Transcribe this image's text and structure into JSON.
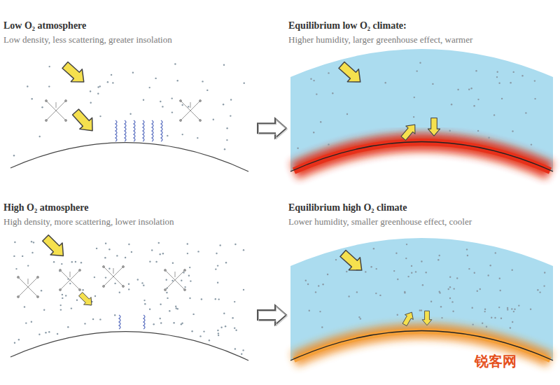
{
  "diagram": {
    "nodes": [
      {
        "text": [
          "Low O₂ atmosphere",
          "Low density, less scattering, greater insolation"
        ]
      },
      {
        "text": [
          "Equilibrium low O₂ climate:",
          "Higher humidity, larger greenhouse effect, warmer"
        ]
      },
      {
        "text": [
          "High O₂ atmosphere",
          "High density, more scattering, lower insolation"
        ]
      },
      {
        "text": [
          "Equilibrium high O₂ climate",
          "Lower humidity, smaller greenhouse effect, cooler"
        ]
      }
    ],
    "edges": [
      {
        "from": 0,
        "to": 1,
        "arrow": "to"
      },
      {
        "from": 2,
        "to": 3,
        "arrow": "to"
      }
    ],
    "labels": [
      "锐客网"
    ]
  }
}
